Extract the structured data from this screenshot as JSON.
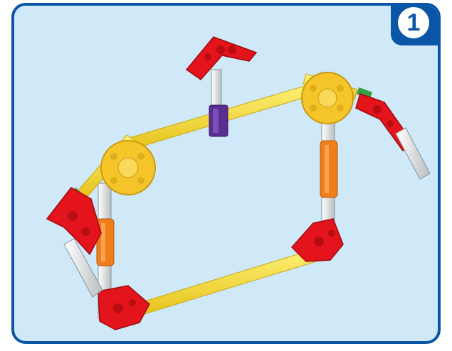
{
  "step": {
    "number": "1"
  },
  "colors": {
    "frame_border": "#0a55a6",
    "background": "#cfe9f8",
    "rod_yellow": "#f7e130",
    "connector_red": "#e3141b",
    "connector_yellow": "#f5c52a",
    "connector_orange": "#ef7d1a",
    "clip_purple": "#5a2d91",
    "rod_white": "#e8e8e8",
    "accent_green": "#35a043"
  },
  "parts": [
    "yellow-rod",
    "red-corner-connector",
    "yellow-connector",
    "orange-connector",
    "purple-clip",
    "white-rod",
    "green-connector"
  ]
}
